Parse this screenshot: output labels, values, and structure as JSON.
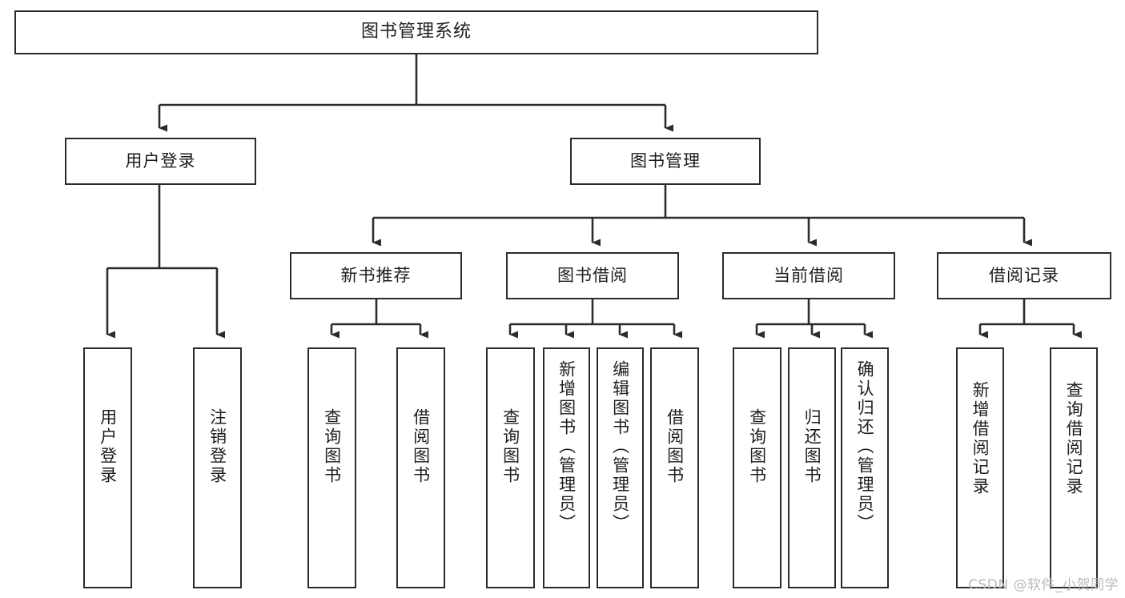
{
  "diagram": {
    "type": "tree",
    "title": "图书管理系统",
    "root": {
      "label": "图书管理系统"
    },
    "level2": [
      {
        "label": "用户登录"
      },
      {
        "label": "图书管理"
      }
    ],
    "level3": [
      {
        "label": "新书推荐"
      },
      {
        "label": "图书借阅"
      },
      {
        "label": "当前借阅"
      },
      {
        "label": "借阅记录"
      }
    ],
    "leaves": {
      "user_login": [
        {
          "label": "用户登录"
        },
        {
          "label": "注销登录"
        }
      ],
      "new_book": [
        {
          "label": "查询图书"
        },
        {
          "label": "借阅图书"
        }
      ],
      "borrow_book": [
        {
          "label": "查询图书"
        },
        {
          "label": "新增图书（管理员）"
        },
        {
          "label": "编辑图书（管理员）"
        },
        {
          "label": "借阅图书"
        }
      ],
      "current_borrow": [
        {
          "label": "查询图书"
        },
        {
          "label": "归还图书"
        },
        {
          "label": "确认归还（管理员）"
        }
      ],
      "borrow_record": [
        {
          "label": "新增借阅记录"
        },
        {
          "label": "查询借阅记录"
        }
      ]
    },
    "colors": {
      "stroke": "#2b2b2b",
      "fill": "#ffffff",
      "text": "#1d1d1d",
      "watermark": "#b9b9b9"
    }
  },
  "watermark": {
    "text": "CSDN @软件_小贺同学"
  }
}
